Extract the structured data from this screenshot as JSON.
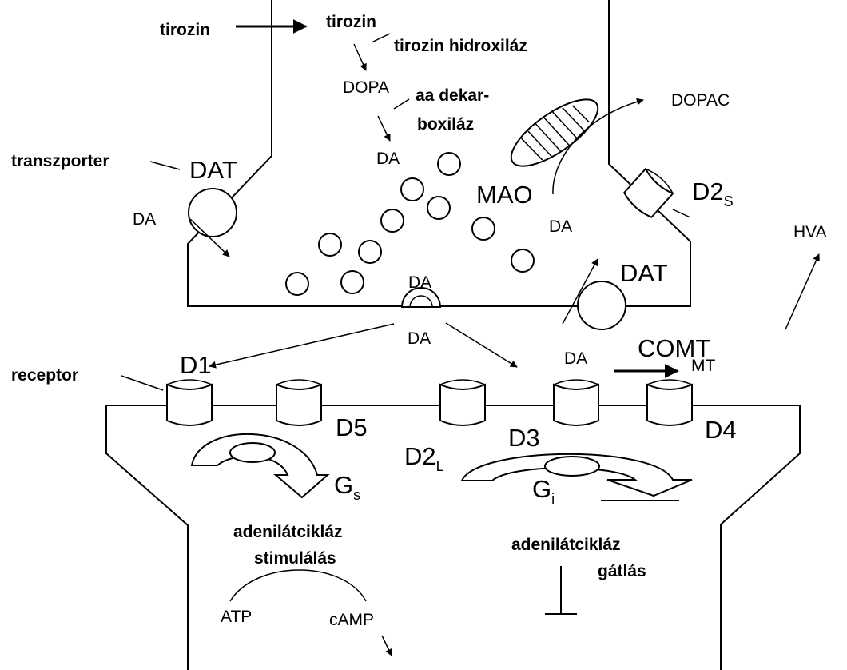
{
  "labels": {
    "tirozin_outside": "tirozin",
    "tirozin_inside": "tirozin",
    "tirozin_hidroxilaz": "tirozin hidroxiláz",
    "dopa": "DOPA",
    "aa_dekar": "aa dekar-",
    "boxilaz": "boxiláz",
    "dopac": "DOPAC",
    "transzporter": "transzporter",
    "dat_left": "DAT",
    "da_vesicle": "DA",
    "da_dat_left": "DA",
    "mao": "MAO",
    "da_mao": "DA",
    "d2s_main": "D2",
    "d2s_sub": "S",
    "hva": "HVA",
    "dat_right": "DAT",
    "da_release_top": "DA",
    "da_release_bottom": "DA",
    "da_comt": "DA",
    "comt": "COMT",
    "mt": "MT",
    "receptor": "receptor",
    "d1": "D1",
    "d5": "D5",
    "d2l_main": "D2",
    "d2l_sub": "L",
    "d3": "D3",
    "d4": "D4",
    "gs_main": "G",
    "gs_sub": "s",
    "gi_main": "G",
    "gi_sub": "i",
    "ac_stim_1": "adenilátcikláz",
    "ac_stim_2": "stimulálás",
    "ac_inhib_1": "adenilátcikláz",
    "ac_inhib_2": "gátlás",
    "atp": "ATP",
    "camp": "cAMP"
  }
}
